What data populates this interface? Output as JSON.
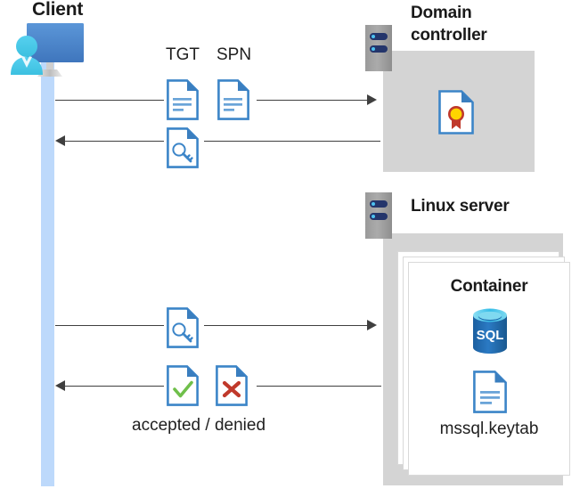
{
  "diagram": {
    "title_alt": "Kerberos authentication flow between client, domain controller and Linux server container",
    "client": {
      "label": "Client",
      "icon": "client-computer-user-icon"
    },
    "domain_controller": {
      "label": "Domain\ncontroller",
      "label_line1": "Domain",
      "label_line2": "controller",
      "rack_icon": "server-rack-icon",
      "content_icon": "certificate-document-icon"
    },
    "linux_server": {
      "label": "Linux server",
      "rack_icon": "server-rack-icon",
      "container": {
        "label": "Container",
        "db_icon": "sql-database-icon",
        "db_icon_text": "SQL",
        "file_icon": "keytab-document-icon",
        "file_label": "mssql.keytab"
      }
    },
    "messages": [
      {
        "id": "request-up",
        "direction": "right",
        "labels": [
          "TGT",
          "SPN"
        ],
        "icons": [
          "text-document-icon",
          "text-document-icon"
        ]
      },
      {
        "id": "ticket-down",
        "direction": "left",
        "labels": [],
        "icons": [
          "key-document-icon"
        ]
      },
      {
        "id": "service-ticket-up",
        "direction": "right",
        "labels": [],
        "icons": [
          "key-document-icon"
        ]
      },
      {
        "id": "result-down",
        "direction": "left",
        "labels": [
          "accepted / denied"
        ],
        "icons": [
          "accepted-document-icon",
          "denied-document-icon"
        ]
      }
    ],
    "labels": {
      "tgt": "TGT",
      "spn": "SPN",
      "accepted_denied": "accepted / denied"
    },
    "colors": {
      "lifeline": "#bdd9fb",
      "gray_box": "#d4d4d4",
      "doc_blue": "#3c85c8",
      "doc_fold": "#3a7ebf",
      "accent_green": "#6fbf4a",
      "accent_red": "#c0392b",
      "sql_blue": "#1f6bb0",
      "rack_navy": "#24356b",
      "rack_dot": "#4cc2f1",
      "arrow": "#3f3f3f",
      "text": "#1f1f1f"
    }
  }
}
